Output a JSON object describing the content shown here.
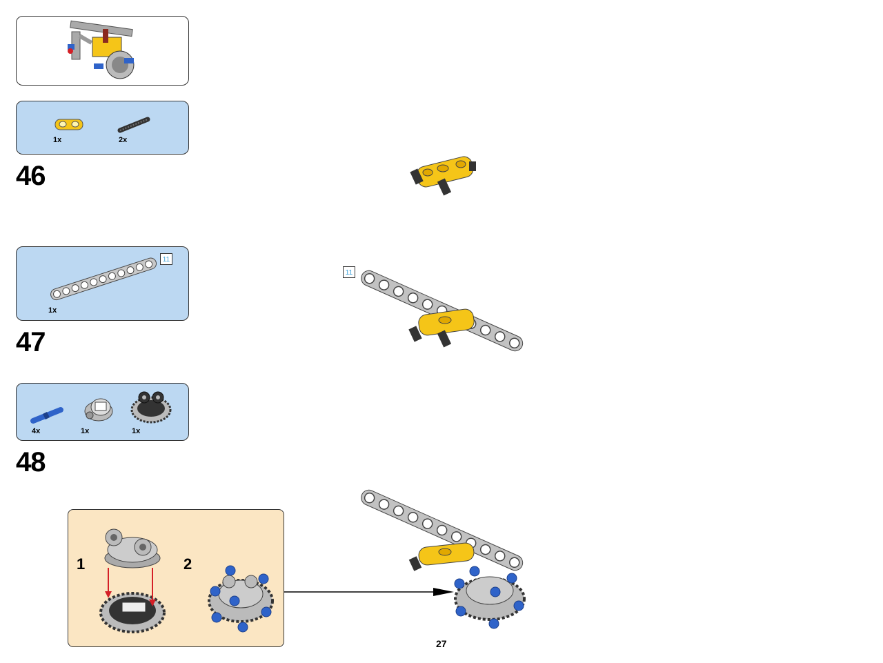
{
  "overview": {
    "label": ""
  },
  "steps": [
    {
      "number": "46",
      "parts": [
        {
          "name": "yellow-double-pin-connector",
          "qty": "1x"
        },
        {
          "name": "black-axle-pin",
          "qty": "2x"
        }
      ]
    },
    {
      "number": "47",
      "parts": [
        {
          "name": "grey-11-hole-beam",
          "qty": "1x",
          "length": "11"
        }
      ]
    },
    {
      "number": "48",
      "parts": [
        {
          "name": "blue-axle-pin",
          "qty": "4x"
        },
        {
          "name": "grey-turntable-top",
          "qty": "1x"
        },
        {
          "name": "black-turntable-gear",
          "qty": "1x"
        }
      ]
    }
  ],
  "main_length_badge": "11",
  "substeps": [
    {
      "number": "1"
    },
    {
      "number": "2"
    }
  ],
  "page_number": "27",
  "colors": {
    "parts_bg": "#bcd8f2",
    "substep_bg": "#fbe6c3",
    "yellow": "#f5c518",
    "grey": "#a9a9a9",
    "blue": "#2f63c9",
    "arrow_red": "#d41f26"
  }
}
